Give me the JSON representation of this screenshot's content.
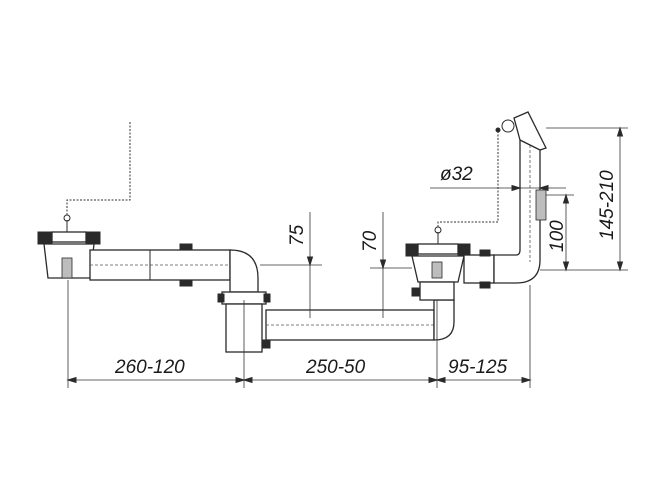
{
  "dimensions": {
    "left_span": "260-120",
    "middle_span": "250-50",
    "right_span": "95-125",
    "height_75": "75",
    "height_70": "70",
    "diameter": "ø32",
    "height_100": "100",
    "height_total": "145-210"
  }
}
